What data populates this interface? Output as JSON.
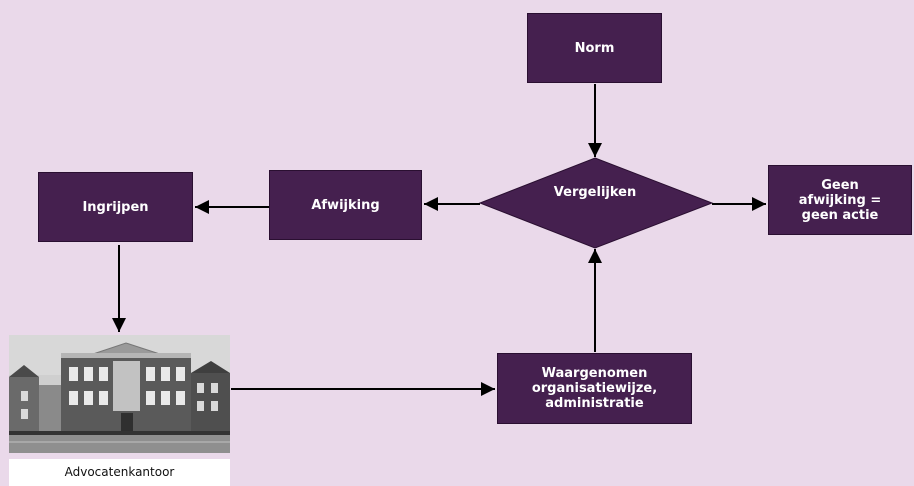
{
  "diagram": {
    "nodes": {
      "norm": "Norm",
      "vergelijken": "Vergelijken",
      "afwijking": "Afwijking",
      "ingrijpen": "Ingrijpen",
      "geen_afwijking": "Geen\nafwijking =\ngeen actie",
      "waargenomen": "Waargenomen\norganisatiewijze,\nadministratie"
    },
    "photo": {
      "caption": "Advocatenkantoor"
    }
  },
  "colors": {
    "background": "#ead9ea",
    "node_fill": "#45204f",
    "node_text": "#ffffff",
    "arrow": "#000000"
  }
}
